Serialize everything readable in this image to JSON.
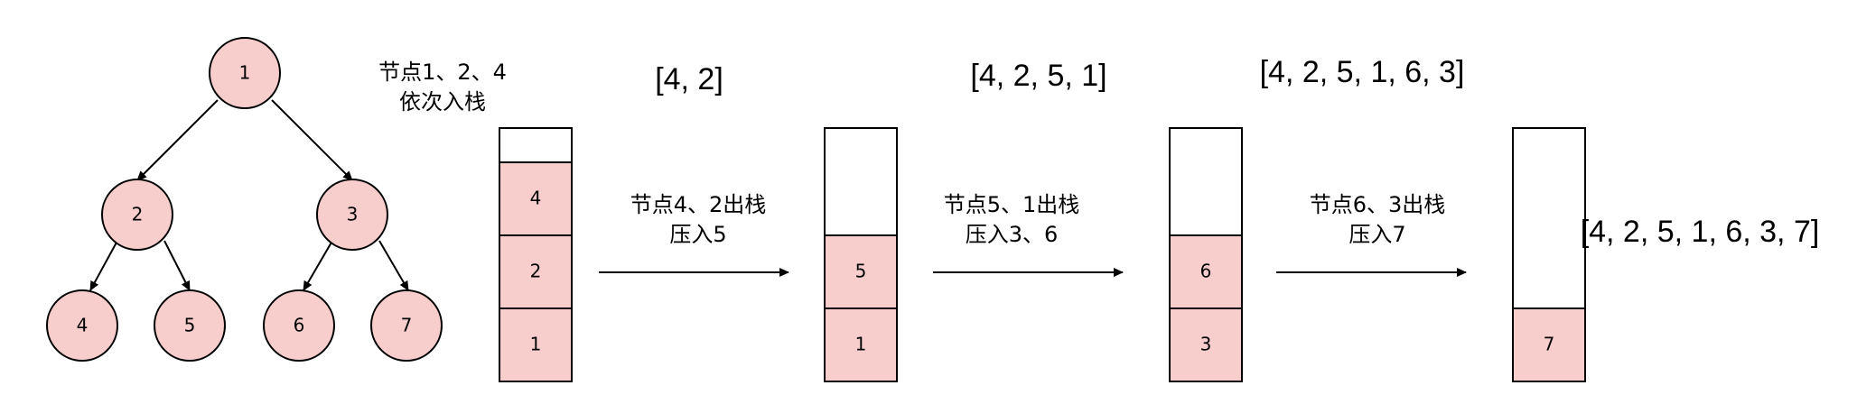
{
  "tree": {
    "nodes": [
      "1",
      "2",
      "3",
      "4",
      "5",
      "6",
      "7"
    ]
  },
  "stacks": [
    {
      "caption": [
        "节点1、2、4",
        "依次入栈"
      ],
      "cells": [
        "4",
        "2",
        "1"
      ],
      "result": "[4, 2]"
    },
    {
      "caption": [
        "节点4、2出栈",
        "压入5"
      ],
      "cells": [
        "5",
        "1"
      ],
      "result": "[4, 2, 5, 1]"
    },
    {
      "caption": [
        "节点5、1出栈",
        "压入3、6"
      ],
      "cells": [
        "6",
        "3"
      ],
      "result": "[4, 2, 5, 1, 6, 3]"
    },
    {
      "caption": [
        "节点6、3出栈",
        "压入7"
      ],
      "cells": [
        "7"
      ],
      "result": "[4, 2, 5, 1, 6, 3, 7]"
    }
  ],
  "colors": {
    "node_fill": "#f8cecc",
    "stroke": "#000000"
  }
}
